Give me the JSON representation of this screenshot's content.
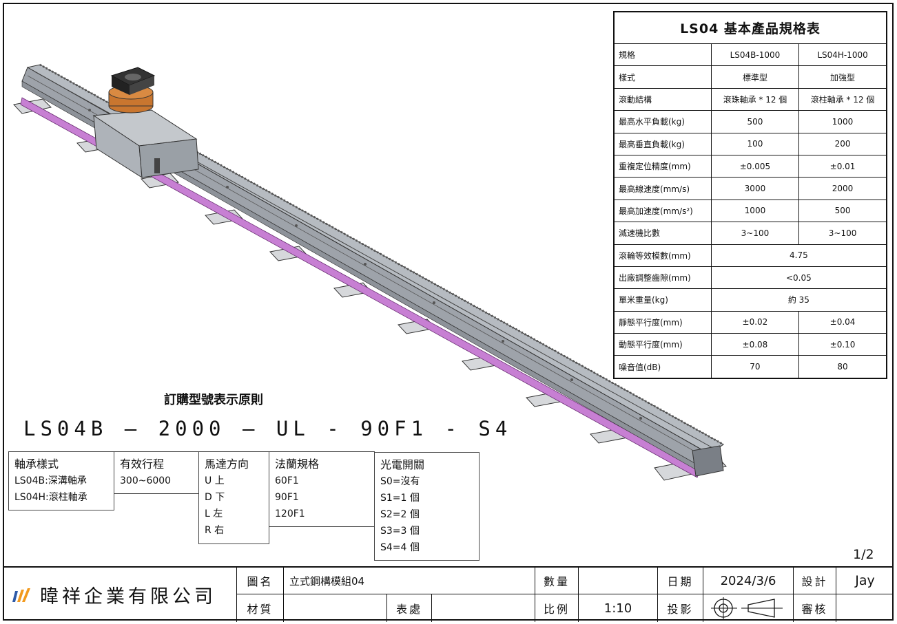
{
  "spec": {
    "title": "LS04 基本產品規格表",
    "header": [
      "規格",
      "LS04B-1000",
      "LS04H-1000"
    ],
    "rows": [
      [
        "樣式",
        "標準型",
        "加強型"
      ],
      [
        "滾動結構",
        "滾珠軸承 * 12 個",
        "滾柱軸承 * 12 個"
      ],
      [
        "最高水平負載(kg)",
        "500",
        "1000"
      ],
      [
        "最高垂直負載(kg)",
        "100",
        "200"
      ],
      [
        "重複定位精度(mm)",
        "±0.005",
        "±0.01"
      ],
      [
        "最高線速度(mm/s)",
        "3000",
        "2000"
      ],
      [
        "最高加速度(mm/s²)",
        "1000",
        "500"
      ],
      [
        "減速機比數",
        "3~100",
        "3~100"
      ],
      [
        "滾輪等效模數(mm)",
        "4.75"
      ],
      [
        "出廠調整齒隙(mm)",
        "<0.05"
      ],
      [
        "單米重量(kg)",
        "約 35"
      ],
      [
        "靜態平行度(mm)",
        "±0.02",
        "±0.04"
      ],
      [
        "動態平行度(mm)",
        "±0.08",
        "±0.10"
      ],
      [
        "噪音值(dB)",
        "70",
        "80"
      ]
    ]
  },
  "order": {
    "title": "訂購型號表示原則",
    "code": "LS04B – 2000 – UL - 90F1 - S4",
    "bearing": {
      "head": "軸承樣式",
      "lines": [
        "LS04B:深溝軸承",
        "LS04H:滾柱軸承"
      ]
    },
    "stroke": {
      "head": "有效行程",
      "lines": [
        "300~6000"
      ]
    },
    "motor": {
      "head": "馬達方向",
      "lines": [
        "U 上",
        "D 下",
        "L 左",
        "R 右"
      ]
    },
    "flange": {
      "head": "法蘭規格",
      "lines": [
        "60F1",
        "90F1",
        "120F1"
      ]
    },
    "sensor": {
      "head": "光電開關",
      "lines": [
        "S0=沒有",
        "S1=1 個",
        "S2=2 個",
        "S3=3 個",
        "S4=4 個"
      ]
    }
  },
  "page_number": "1/2",
  "title_block": {
    "company": "暐祥企業有限公司",
    "drawing_name_label": "圖名",
    "drawing_name": "立式鋼構模組04",
    "material_label": "材質",
    "material": "",
    "surface_label": "表處",
    "surface": "",
    "quantity_label": "數量",
    "quantity": "",
    "scale_label": "比例",
    "scale": "1:10",
    "date_label": "日期",
    "date": "2024/3/6",
    "projection_label": "投影",
    "design_label": "設計",
    "designer": "Jay",
    "review_label": "審核",
    "reviewer": ""
  },
  "colors": {
    "rail": "#a9aeb4",
    "rail_dark": "#6f7379",
    "strip": "#c77fd3",
    "logo_orange": "#f29a1e",
    "logo_blue": "#2e5aa8"
  }
}
